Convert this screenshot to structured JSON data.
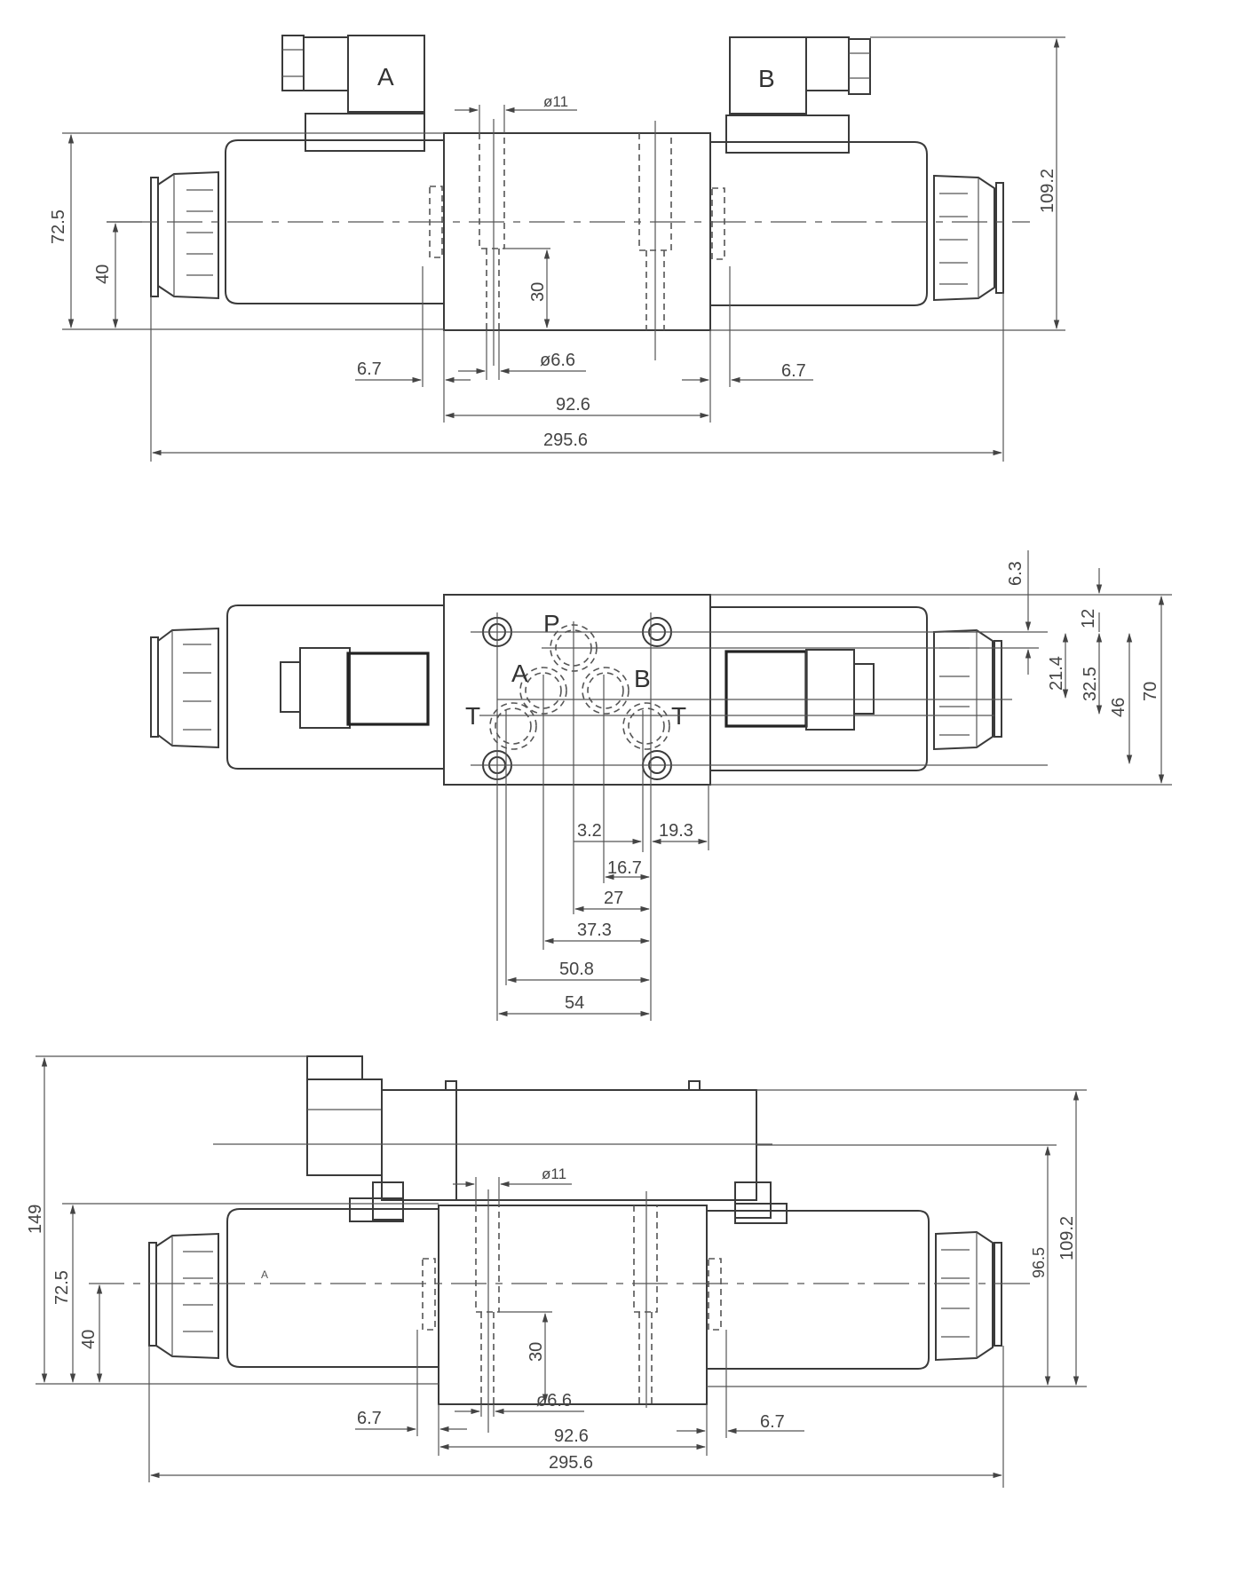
{
  "views": {
    "top": {
      "solenoid_labels": [
        "A",
        "B"
      ],
      "dims": {
        "bore_large": "ø11",
        "bore_small": "ø6.6",
        "height_left": "72.5",
        "axis_height": "40",
        "bore_depth": "30",
        "overall_height": "109.2",
        "gap_left": "6.7",
        "gap_right": "6.7",
        "body_width": "92.6",
        "overall_length": "295.6"
      }
    },
    "middle": {
      "ports": [
        "P",
        "A",
        "B",
        "T",
        "T"
      ],
      "dims": {
        "v_6_3": "6.3",
        "v_12": "12",
        "v_21_4": "21.4",
        "v_32_5": "32.5",
        "v_46": "46",
        "v_70": "70",
        "h_3_2": "3.2",
        "h_19_3": "19.3",
        "h_16_7": "16.7",
        "h_27": "27",
        "h_37_3": "37.3",
        "h_50_8": "50.8",
        "h_54": "54"
      }
    },
    "bottom": {
      "axis_label": "A",
      "dims": {
        "total_height": "149",
        "height_left": "72.5",
        "axis_height": "40",
        "bore_large": "ø11",
        "bore_small": "ø6.6",
        "bore_depth": "30",
        "gap_left": "6.7",
        "gap_right": "6.7",
        "body_width": "92.6",
        "overall_length": "295.6",
        "height_right_inner": "96.5",
        "height_right_outer": "109.2"
      }
    }
  }
}
